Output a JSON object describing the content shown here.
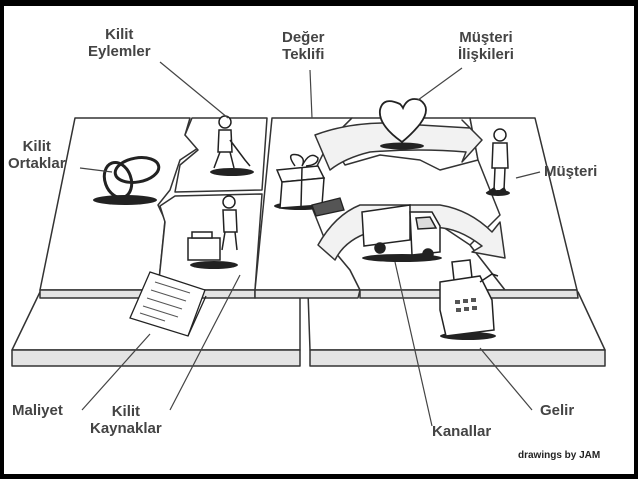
{
  "diagram": {
    "labels": {
      "kilit_eylemler": [
        "Kilit",
        "Eylemler"
      ],
      "deger_teklifi": [
        "Değer",
        "Teklifi"
      ],
      "musteri_iliskileri": [
        "Müşteri",
        "İlişkileri"
      ],
      "kilit_ortaklar": [
        "Kilit",
        "Ortaklar"
      ],
      "musteri": [
        "Müşteri"
      ],
      "maliyet": [
        "Maliyet"
      ],
      "kilit_kaynaklar": [
        "Kilit",
        "Kaynaklar"
      ],
      "kanallar": [
        "Kanallar"
      ],
      "gelir": [
        "Gelir"
      ]
    },
    "credit": "drawings by JAM",
    "icons": [
      "rings-icon",
      "worker-icon",
      "gift-icon",
      "laptop-icon",
      "heart-icon",
      "customer-figure-icon",
      "truck-icon",
      "cash-register-icon",
      "invoice-icon",
      "cart-icon"
    ]
  }
}
